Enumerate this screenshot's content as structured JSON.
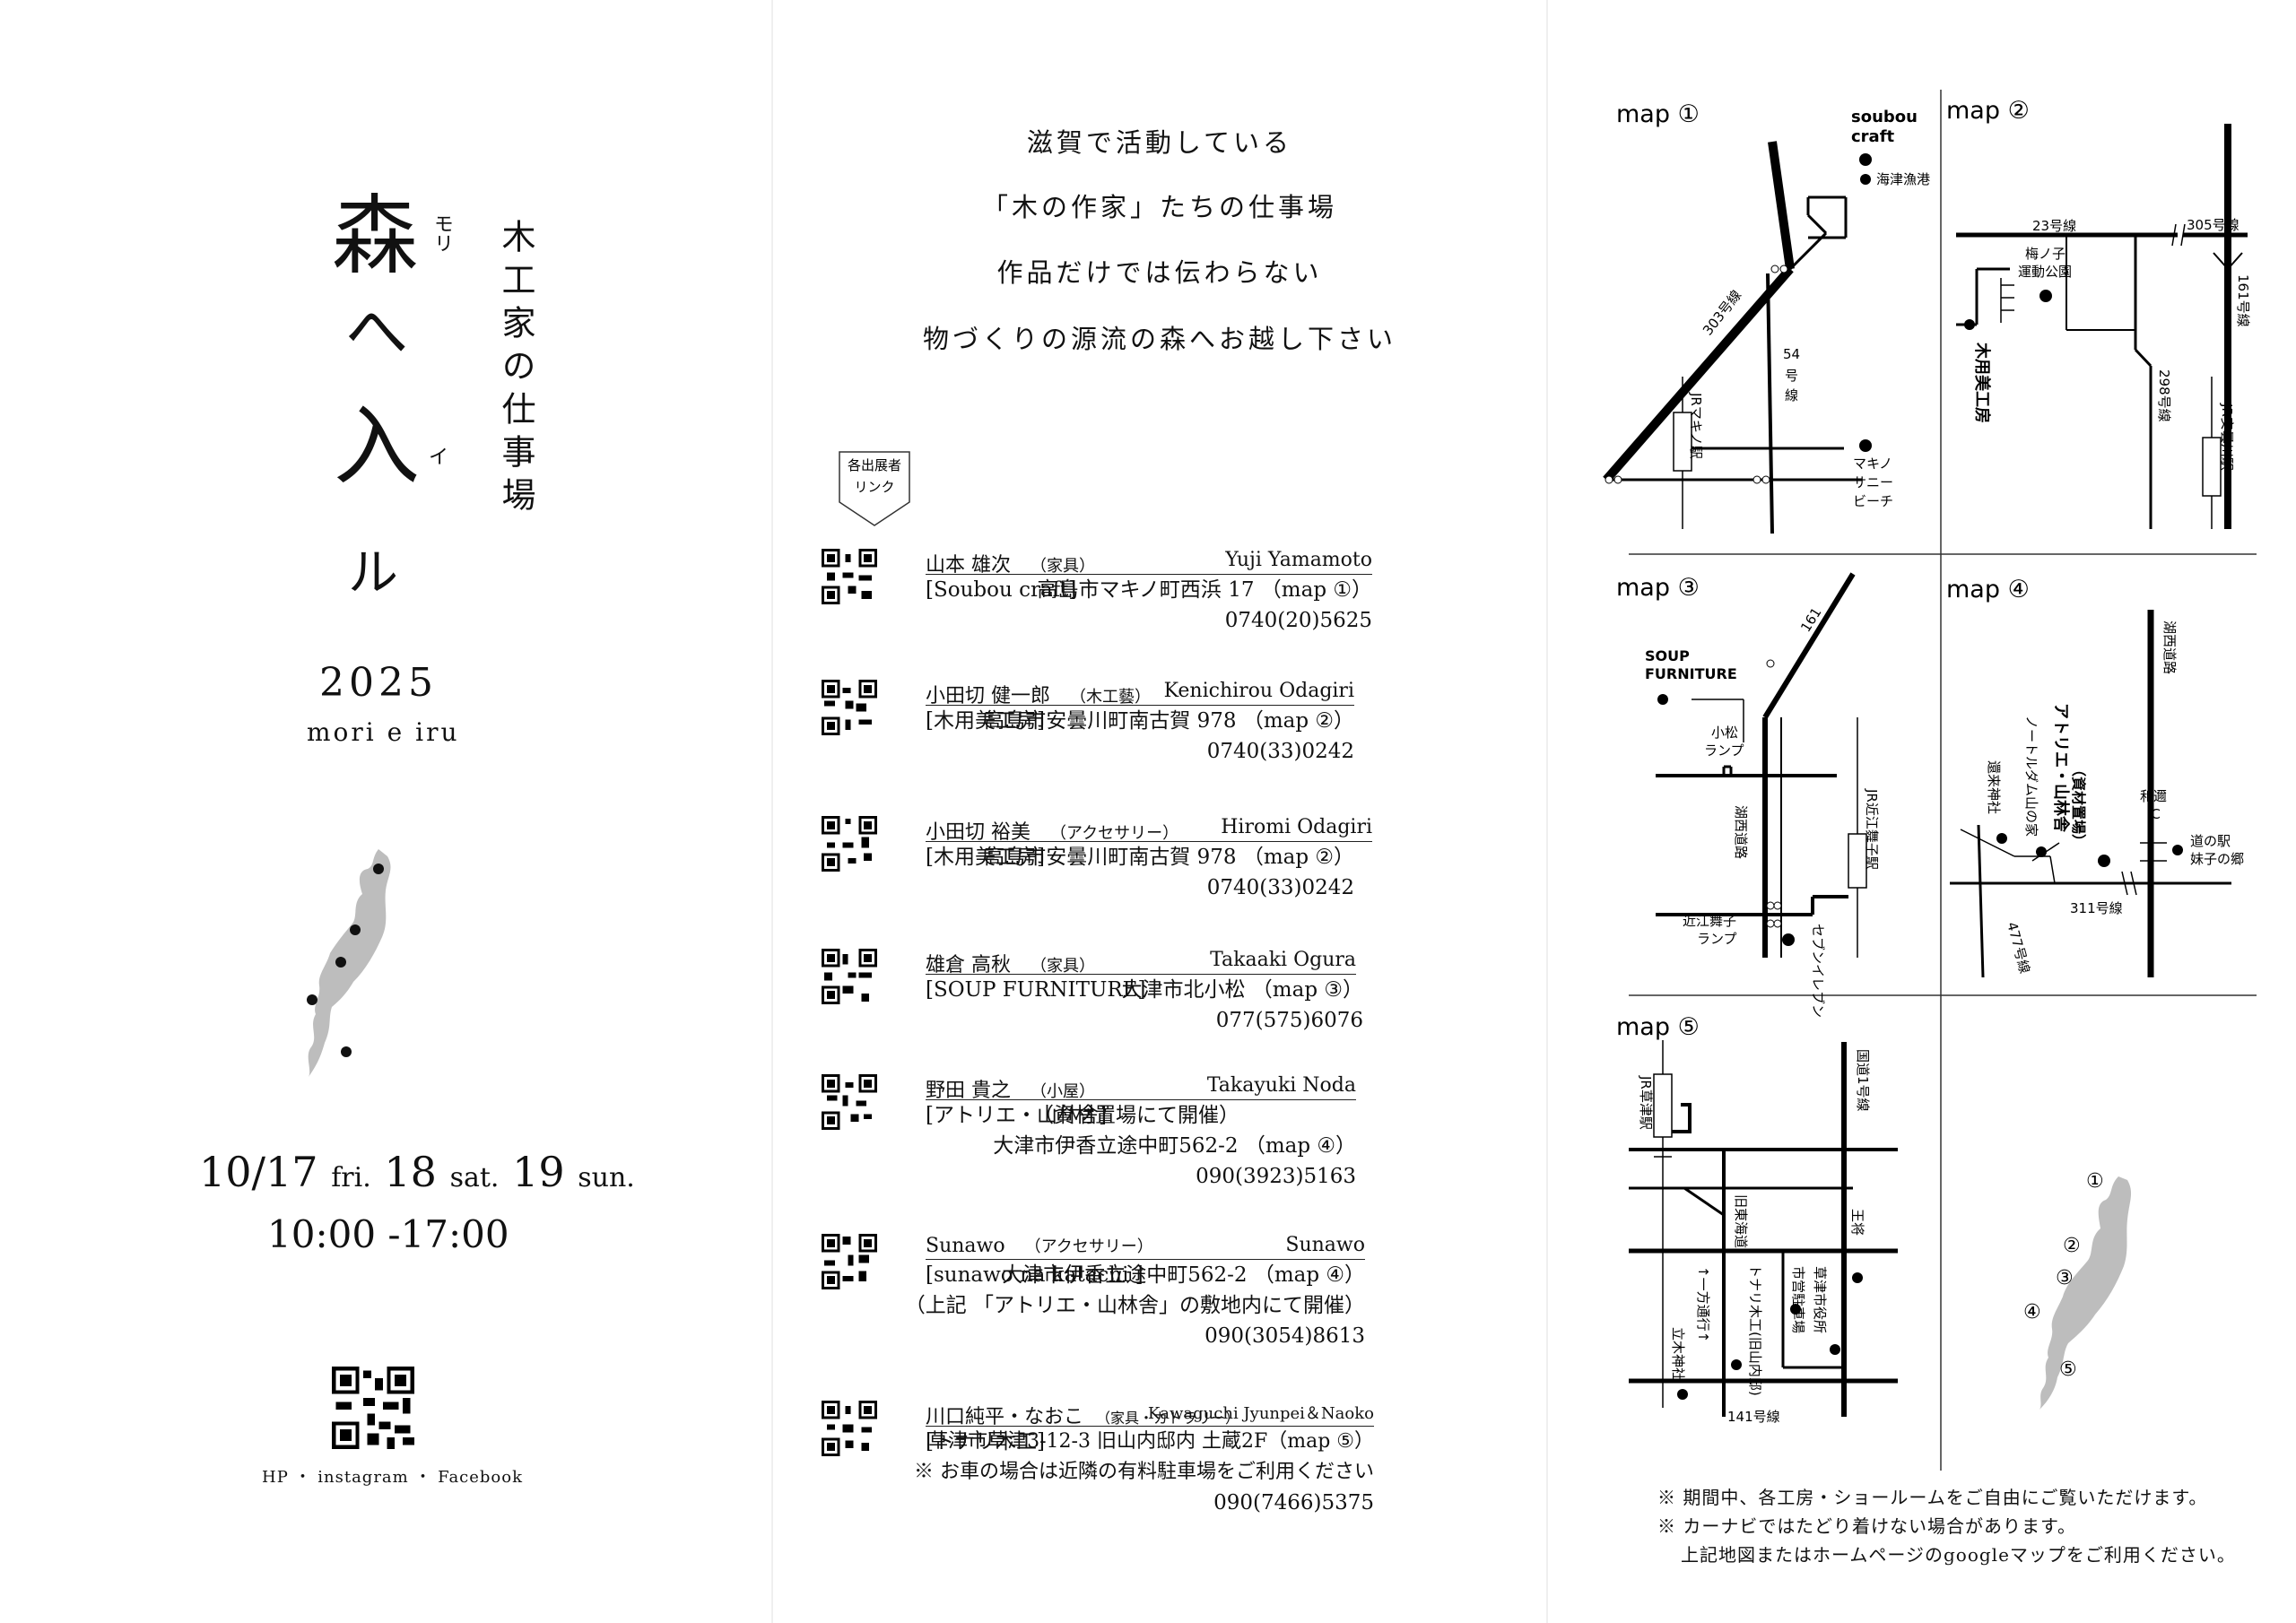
{
  "left": {
    "title_chars": [
      "森",
      "へ",
      "入",
      "ル"
    ],
    "ruby_mori": "モリ",
    "ruby_i": "イ",
    "subtitle": "木工家の仕事場",
    "year": "2025",
    "romaji": "mori e iru",
    "dates": {
      "d1": "10/17",
      "w1": "fri.",
      "d2": "18",
      "w2": "sat.",
      "d3": "19",
      "w3": "sun."
    },
    "hours": "10:00 -17:00",
    "links": "HP ・ instagram ・ Facebook"
  },
  "middle": {
    "intro": [
      "滋賀で活動している",
      "「木の作家」たちの仕事場",
      "作品だけでは伝わらない",
      "物づくりの源流の森へお越し下さい"
    ],
    "tag": [
      "各出展者",
      "リンク"
    ],
    "exhibitors": [
      {
        "name": "山本 雄次",
        "category": "（家具）",
        "name_en": "Yuji Yamamoto",
        "lines": [
          "[Soubou craft]",
          "高島市マキノ町西浜 17 （map ①）"
        ],
        "extra": [],
        "phone": "0740(20)5625"
      },
      {
        "name": "小田切 健一郎",
        "category": "（木工藝）",
        "name_en": "Kenichirou Odagiri",
        "lines": [
          "[木用美工房]",
          "高島市安曇川町南古賀 978 （map ②）"
        ],
        "extra": [],
        "phone": "0740(33)0242"
      },
      {
        "name": "小田切 裕美",
        "category": "（アクセサリー）",
        "name_en": "Hiromi Odagiri",
        "lines": [
          "[木用美工房]",
          "高島市安曇川町南古賀 978 （map ②）"
        ],
        "extra": [],
        "phone": "0740(33)0242"
      },
      {
        "name": "雄倉 高秋",
        "category": "（家具）",
        "name_en": "Takaaki Ogura",
        "lines": [
          "[SOUP FURNITURE]",
          "大津市北小松 （map ③）"
        ],
        "extra": [],
        "phone": "077(575)6076"
      },
      {
        "name": "野田 貴之",
        "category": "（小屋）",
        "name_en": "Takayuki Noda",
        "lines": [
          "[アトリエ・山林舎]",
          "（資材置場にて開催）"
        ],
        "extra": [
          "大津市伊香立途中町562-2 （map ④）"
        ],
        "phone": "090(3923)5163"
      },
      {
        "name": "Sunawo",
        "category": "（アクセサリー）",
        "name_en": "Sunawo",
        "lines": [
          "[sunawo na katachi ]",
          "大津市伊香立途中町562-2 （map ④）"
        ],
        "extra": [
          "（上記 「アトリエ・山林舎」の敷地内にて開催）"
        ],
        "phone": "090(3054)8613"
      },
      {
        "name": "川口純平・なおこ",
        "category": "（家具・カトラリー）",
        "name_en": "Kawaguchi Jyunpei＆Naoko",
        "lines": [
          "[トナリ木工]",
          "草津市草津3-12-3 旧山内邸内 土蔵2F（map ⑤）"
        ],
        "extra": [
          "※ お車の場合は近隣の有料駐車場をご利用ください"
        ],
        "phone": "090(7466)5375"
      }
    ]
  },
  "right": {
    "maps": {
      "m1": {
        "label": "map ①",
        "texts": {
          "soubou1": "soubou",
          "soubou2": "craft",
          "port": "海津漁港",
          "r303": "303号線",
          "r54a": "54",
          "r54b": "号",
          "r54c": "線",
          "jr": "JRマキノ駅",
          "beach1": "マキノ",
          "beach2": "サニー",
          "beach3": "ビーチ"
        }
      },
      "m2": {
        "label": "map ②",
        "texts": {
          "r23": "23号線",
          "r305": "305号線",
          "park1": "梅ノ子",
          "park2": "運動公園",
          "r161": "161号線",
          "kiyomi": "木用美工房",
          "r298": "298号線",
          "jr": "JR安曇川駅"
        }
      },
      "m3": {
        "label": "map ③",
        "texts": {
          "soup1": "SOUP",
          "soup2": "FURNITURE",
          "r161": "161",
          "komatsu1": "小松",
          "komatsu2": "ランプ",
          "kosei": "湖西道路",
          "jr": "JR近江舞子駅",
          "omi1": "近江舞子",
          "omi2": "ランプ",
          "seven": "セブンイレブン"
        }
      },
      "m4": {
        "label": "map ④",
        "texts": {
          "kosei": "湖西道路",
          "atelier": "アトリエ・山林舎",
          "storage": "（資材置場）",
          "notre": "ノートルダム山の家",
          "kanrai": "還来神社",
          "wani1": "和邇",
          "wani2": "IC",
          "michi1": "道の駅",
          "michi2": "妹子の郷",
          "r311": "311号線",
          "r477": "477号線"
        }
      },
      "m5": {
        "label": "map ⑤",
        "texts": {
          "jr": "JR草津駅",
          "kokudo": "国道1号線",
          "tokai": "旧東海道",
          "oshou": "王将",
          "oneway": "↑一方通行↑",
          "tonari": "トナリ木工(旧山内邸)",
          "parking": "市営駐車場",
          "cityhall": "草津市役所",
          "tachiki": "立木神社",
          "r141": "141号線"
        }
      }
    },
    "lake_numbers": [
      "①",
      "②",
      "③",
      "④",
      "⑤"
    ],
    "notes": [
      "※ 期間中、各工房・ショールームをご自由にご覧いただけます。",
      "※ カーナビではたどり着けない場合があります。",
      "上記地図またはホームページのgoogleマップをご利用ください。"
    ]
  }
}
